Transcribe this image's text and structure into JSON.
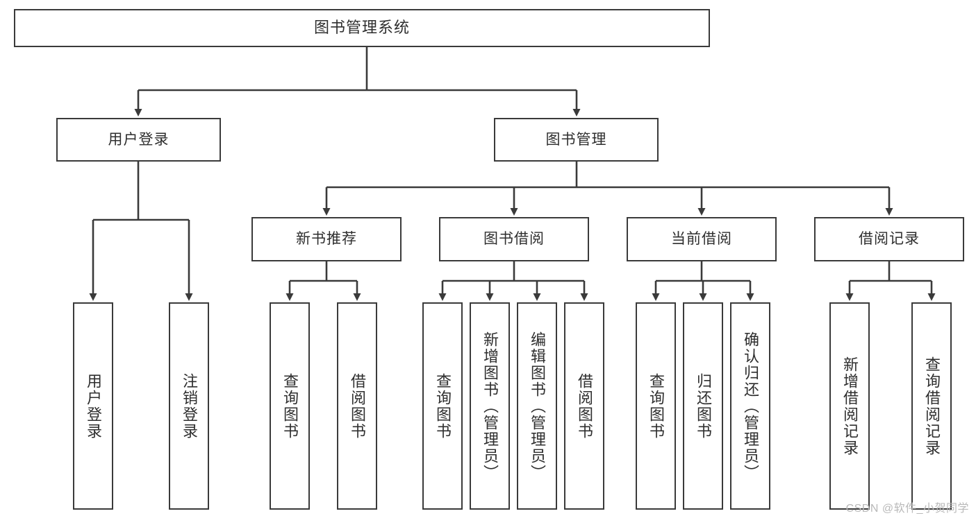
{
  "diagram": {
    "title": "图书管理系统",
    "watermark": "CSDN @软件_小贺同学",
    "line_color": "#3a3a3a",
    "text_color": "#2e2e2e",
    "background": "#ffffff"
  },
  "root": {
    "label": "图书管理系统"
  },
  "level2": [
    {
      "label": "用户登录"
    },
    {
      "label": "图书管理"
    }
  ],
  "level3": [
    {
      "label": "新书推荐"
    },
    {
      "label": "图书借阅"
    },
    {
      "label": "当前借阅"
    },
    {
      "label": "借阅记录"
    }
  ],
  "leaves": {
    "user_login": [
      {
        "label": "用户登录"
      },
      {
        "label": "注销登录"
      }
    ],
    "new_book": [
      {
        "label": "查询图书"
      },
      {
        "label": "借阅图书"
      }
    ],
    "book_borrow": [
      {
        "label": "查询图书"
      },
      {
        "label": "新增图书（管理员）"
      },
      {
        "label": "编辑图书（管理员）"
      },
      {
        "label": "借阅图书"
      }
    ],
    "current_borrow": [
      {
        "label": "查询图书"
      },
      {
        "label": "归还图书"
      },
      {
        "label": "确认归还（管理员）"
      }
    ],
    "borrow_record": [
      {
        "label": "新增借阅记录"
      },
      {
        "label": "查询借阅记录"
      }
    ]
  }
}
